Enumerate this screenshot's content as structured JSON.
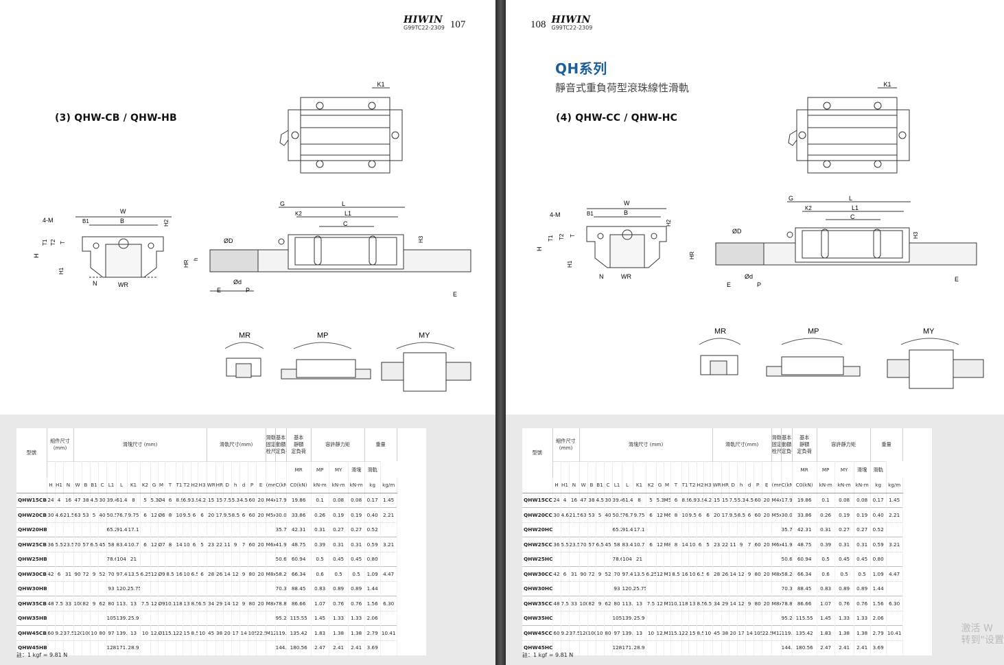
{
  "left_page": {
    "brand": "HIWIN",
    "doc_code": "G99TC22-2309",
    "page_number": "107",
    "section_title": "(3) QHW-CB / QHW-HB",
    "note": "註：1 kgf = 9.81 N",
    "rows": [
      [
        "QHW15CB",
        "24",
        "4",
        "16",
        "47",
        "38",
        "4.5",
        "30",
        "39.4",
        "61.4",
        "8",
        "5",
        "5.3",
        "Ø4.5",
        "6",
        "8.9",
        "6.95",
        "3.95",
        "4.2",
        "15",
        "15",
        "7.5",
        "5.3",
        "4.5",
        "60",
        "20",
        "M4x16",
        "17.94",
        "19.86",
        "0.1",
        "0.08",
        "0.08",
        "0.17",
        "1.45"
      ],
      [
        "QHW20CB",
        "30",
        "4.6",
        "21.5",
        "63",
        "53",
        "5",
        "40",
        "50.5",
        "76.7",
        "9.75",
        "6",
        "12",
        "Ø6",
        "8",
        "10",
        "9.5",
        "6",
        "6",
        "20",
        "17.5",
        "9.5",
        "8.5",
        "6",
        "60",
        "20",
        "M5x16",
        "30.0",
        "33.86",
        "0.26",
        "0.19",
        "0.19",
        "0.40",
        "2.21"
      ],
      [
        "QHW20HB",
        "",
        "",
        "",
        "",
        "",
        "",
        "",
        "65.2",
        "91.4",
        "17.1",
        "",
        "",
        "",
        "",
        "",
        "",
        "",
        "",
        "",
        "",
        "",
        "",
        "",
        "",
        "",
        "",
        "35.7",
        "42.31",
        "0.31",
        "0.27",
        "0.27",
        "0.52",
        ""
      ],
      [
        "QHW25CB",
        "36",
        "5.5",
        "23.5",
        "70",
        "57",
        "6.5",
        "45",
        "58",
        "83.4",
        "10.7",
        "6",
        "12",
        "Ø7",
        "8",
        "14",
        "10",
        "6",
        "5",
        "23",
        "22",
        "11",
        "9",
        "7",
        "60",
        "20",
        "M6x20",
        "41.9",
        "48.75",
        "0.39",
        "0.31",
        "0.31",
        "0.59",
        "3.21"
      ],
      [
        "QHW25HB",
        "",
        "",
        "",
        "",
        "",
        "",
        "",
        "78.6",
        "104",
        "21",
        "",
        "",
        "",
        "",
        "",
        "",
        "",
        "",
        "",
        "",
        "",
        "",
        "",
        "",
        "",
        "",
        "50.61",
        "60.94",
        "0.5",
        "0.45",
        "0.45",
        "0.80",
        ""
      ],
      [
        "QHW30CB",
        "42",
        "6",
        "31",
        "90",
        "72",
        "9",
        "52",
        "70",
        "97.4",
        "13.5",
        "6.25",
        "12",
        "Ø9",
        "8.5",
        "16",
        "10",
        "6.5",
        "6",
        "28",
        "26",
        "14",
        "12",
        "9",
        "80",
        "20",
        "M8x25",
        "58.26",
        "66.34",
        "0.6",
        "0.5",
        "0.5",
        "1.09",
        "4.47"
      ],
      [
        "QHW30HB",
        "",
        "",
        "",
        "",
        "",
        "",
        "",
        "93",
        "120.4",
        "25.75",
        "",
        "",
        "",
        "",
        "",
        "",
        "",
        "",
        "",
        "",
        "",
        "",
        "",
        "",
        "",
        "",
        "70.32",
        "88.45",
        "0.83",
        "0.89",
        "0.89",
        "1.44",
        ""
      ],
      [
        "QHW35CB",
        "48",
        "7.5",
        "33",
        "100",
        "82",
        "9",
        "62",
        "80",
        "113.6",
        "13",
        "7.5",
        "12",
        "Ø9",
        "10.1",
        "18",
        "13",
        "8.5",
        "6.5",
        "34",
        "29",
        "14",
        "12",
        "9",
        "80",
        "20",
        "M8x25",
        "78.89",
        "86.66",
        "1.07",
        "0.76",
        "0.76",
        "1.56",
        "6.30"
      ],
      [
        "QHW35HB",
        "",
        "",
        "",
        "",
        "",
        "",
        "",
        "105.8",
        "139.4",
        "25.9",
        "",
        "",
        "",
        "",
        "",
        "",
        "",
        "",
        "",
        "",
        "",
        "",
        "",
        "",
        "",
        "",
        "95.23",
        "115.55",
        "1.45",
        "1.33",
        "1.33",
        "2.06",
        ""
      ],
      [
        "QHW45CB",
        "60",
        "9.2",
        "37.5",
        "120",
        "100",
        "10",
        "80",
        "97",
        "139.4",
        "13",
        "10",
        "12.9",
        "Ø11",
        "15.1",
        "22",
        "15",
        "8.5",
        "10",
        "45",
        "38",
        "20",
        "17",
        "14",
        "105",
        "22.5",
        "M12x35",
        "119.4",
        "135.42",
        "1.83",
        "1.38",
        "1.38",
        "2.79",
        "10.41"
      ],
      [
        "QHW45HB",
        "",
        "",
        "",
        "",
        "",
        "",
        "",
        "128.8",
        "171.2",
        "28.9",
        "",
        "",
        "",
        "",
        "",
        "",
        "",
        "",
        "",
        "",
        "",
        "",
        "",
        "",
        "",
        "",
        "144.13",
        "180.56",
        "2.47",
        "2.41",
        "2.41",
        "3.69",
        ""
      ]
    ]
  },
  "right_page": {
    "brand": "HIWIN",
    "doc_code": "G99TC22-2309",
    "page_number": "108",
    "series_title": "QH系列",
    "series_subtitle": "靜音式重負荷型滾珠線性滑軌",
    "section_title": "(4) QHW-CC / QHW-HC",
    "note": "註：1 kgf = 9.81 N",
    "watermark_line1": "激活 W",
    "watermark_line2": "转到\"设置",
    "rows": [
      [
        "QHW15CC",
        "24",
        "4",
        "16",
        "47",
        "38",
        "4.5",
        "30",
        "39.4",
        "61.4",
        "8",
        "5",
        "5.3",
        "M5",
        "6",
        "8.9",
        "6.95",
        "3.95",
        "4.2",
        "15",
        "15",
        "7.5",
        "5.3",
        "4.5",
        "60",
        "20",
        "M4x16",
        "17.94",
        "19.86",
        "0.1",
        "0.08",
        "0.08",
        "0.17",
        "1.45"
      ],
      [
        "QHW20CC",
        "30",
        "4.6",
        "21.5",
        "63",
        "53",
        "5",
        "40",
        "50.5",
        "76.7",
        "9.75",
        "6",
        "12",
        "M6",
        "8",
        "10",
        "9.5",
        "6",
        "6",
        "20",
        "17.5",
        "9.5",
        "8.5",
        "6",
        "60",
        "20",
        "M5x16",
        "30.0",
        "33.86",
        "0.26",
        "0.19",
        "0.19",
        "0.40",
        "2.21"
      ],
      [
        "QHW20HC",
        "",
        "",
        "",
        "",
        "",
        "",
        "",
        "65.2",
        "91.4",
        "17.1",
        "",
        "",
        "",
        "",
        "",
        "",
        "",
        "",
        "",
        "",
        "",
        "",
        "",
        "",
        "",
        "",
        "35.7",
        "42.31",
        "0.31",
        "0.27",
        "0.27",
        "0.52",
        ""
      ],
      [
        "QHW25CC",
        "36",
        "5.5",
        "23.5",
        "70",
        "57",
        "6.5",
        "45",
        "58",
        "83.4",
        "10.7",
        "6",
        "12",
        "M8",
        "8",
        "14",
        "10",
        "6",
        "5",
        "23",
        "22",
        "11",
        "9",
        "7",
        "60",
        "20",
        "M6x20",
        "41.9",
        "48.75",
        "0.39",
        "0.31",
        "0.31",
        "0.59",
        "3.21"
      ],
      [
        "QHW25HC",
        "",
        "",
        "",
        "",
        "",
        "",
        "",
        "78.6",
        "104",
        "21",
        "",
        "",
        "",
        "",
        "",
        "",
        "",
        "",
        "",
        "",
        "",
        "",
        "",
        "",
        "",
        "",
        "50.61",
        "60.94",
        "0.5",
        "0.45",
        "0.45",
        "0.80",
        ""
      ],
      [
        "QHW30CC",
        "42",
        "6",
        "31",
        "90",
        "72",
        "9",
        "52",
        "70",
        "97.4",
        "13.5",
        "6.25",
        "12",
        "M10",
        "8.5",
        "16",
        "10",
        "6.5",
        "6",
        "28",
        "26",
        "14",
        "12",
        "9",
        "80",
        "20",
        "M8x25",
        "58.26",
        "66.34",
        "0.6",
        "0.5",
        "0.5",
        "1.09",
        "4.47"
      ],
      [
        "QHW30HC",
        "",
        "",
        "",
        "",
        "",
        "",
        "",
        "93",
        "120.4",
        "25.75",
        "",
        "",
        "",
        "",
        "",
        "",
        "",
        "",
        "",
        "",
        "",
        "",
        "",
        "",
        "",
        "",
        "70.32",
        "88.45",
        "0.83",
        "0.89",
        "0.89",
        "1.44",
        ""
      ],
      [
        "QHW35CC",
        "48",
        "7.5",
        "33",
        "100",
        "82",
        "9",
        "62",
        "80",
        "113.6",
        "13",
        "7.5",
        "12",
        "M10",
        "10.1",
        "18",
        "13",
        "8.5",
        "6.5",
        "34",
        "29",
        "14",
        "12",
        "9",
        "80",
        "20",
        "M8x25",
        "78.89",
        "86.66",
        "1.07",
        "0.76",
        "0.76",
        "1.56",
        "6.30"
      ],
      [
        "QHW35HC",
        "",
        "",
        "",
        "",
        "",
        "",
        "",
        "105.8",
        "139.4",
        "25.9",
        "",
        "",
        "",
        "",
        "",
        "",
        "",
        "",
        "",
        "",
        "",
        "",
        "",
        "",
        "",
        "",
        "95.23",
        "115.55",
        "1.45",
        "1.33",
        "1.33",
        "2.06",
        ""
      ],
      [
        "QHW45CC",
        "60",
        "9.2",
        "37.5",
        "120",
        "100",
        "10",
        "80",
        "97",
        "139.4",
        "13",
        "10",
        "12.9",
        "M12",
        "15.1",
        "22",
        "15",
        "8.5",
        "10",
        "45",
        "38",
        "20",
        "17",
        "14",
        "105",
        "22.5",
        "M12x35",
        "119.4",
        "135.42",
        "1.83",
        "1.38",
        "1.38",
        "2.79",
        "10.41"
      ],
      [
        "QHW45HC",
        "",
        "",
        "",
        "",
        "",
        "",
        "",
        "128.8",
        "171.2",
        "28.9",
        "",
        "",
        "",
        "",
        "",
        "",
        "",
        "",
        "",
        "",
        "",
        "",
        "",
        "",
        "",
        "",
        "144.13",
        "180.56",
        "2.47",
        "2.41",
        "2.41",
        "3.69",
        ""
      ]
    ]
  },
  "table_header": {
    "model": "型號",
    "assembly": "組件尺寸\n(mm)",
    "block": "滑塊尺寸 (mm)",
    "rail": "滑軌尺寸(mm)",
    "bolt": "滑軌的\n固定螺\n栓尺寸",
    "dyn": "基本\n動額\n定負荷",
    "stat": "基本\n靜額\n定負荷",
    "moment": "容許靜力矩",
    "weight": "重量",
    "weight_block": "滑塊",
    "weight_rail": "滑軌",
    "cols": [
      "H",
      "H1",
      "N",
      "W",
      "B",
      "B1",
      "C",
      "L1",
      "L",
      "K1",
      "K2",
      "G",
      "M",
      "T",
      "T1",
      "T2",
      "H2",
      "H3",
      "WR",
      "HR",
      "D",
      "h",
      "d",
      "P",
      "E",
      "(mm)",
      "C(kN)",
      "C0(kN)",
      "kN-m",
      "kN-m",
      "kN-m",
      "kg",
      "kg/m"
    ],
    "moment_labels": [
      "MR",
      "MP",
      "MY"
    ]
  },
  "drawing_labels": {
    "W": "W",
    "B": "B",
    "B1": "B1",
    "4M": "4-M",
    "H2": "H2",
    "H": "H",
    "H1": "H1",
    "T": "T",
    "T1": "T1",
    "T2": "T2",
    "N": "N",
    "WR": "WR",
    "G": "G",
    "L": "L",
    "L1": "L1",
    "K2": "K2",
    "C": "C",
    "K1": "K1",
    "H3": "H3",
    "HR": "HR",
    "h": "h",
    "D": "ØD",
    "d": "Ød",
    "E": "E",
    "P": "P",
    "MR": "MR",
    "MP": "MP",
    "MY": "MY"
  }
}
